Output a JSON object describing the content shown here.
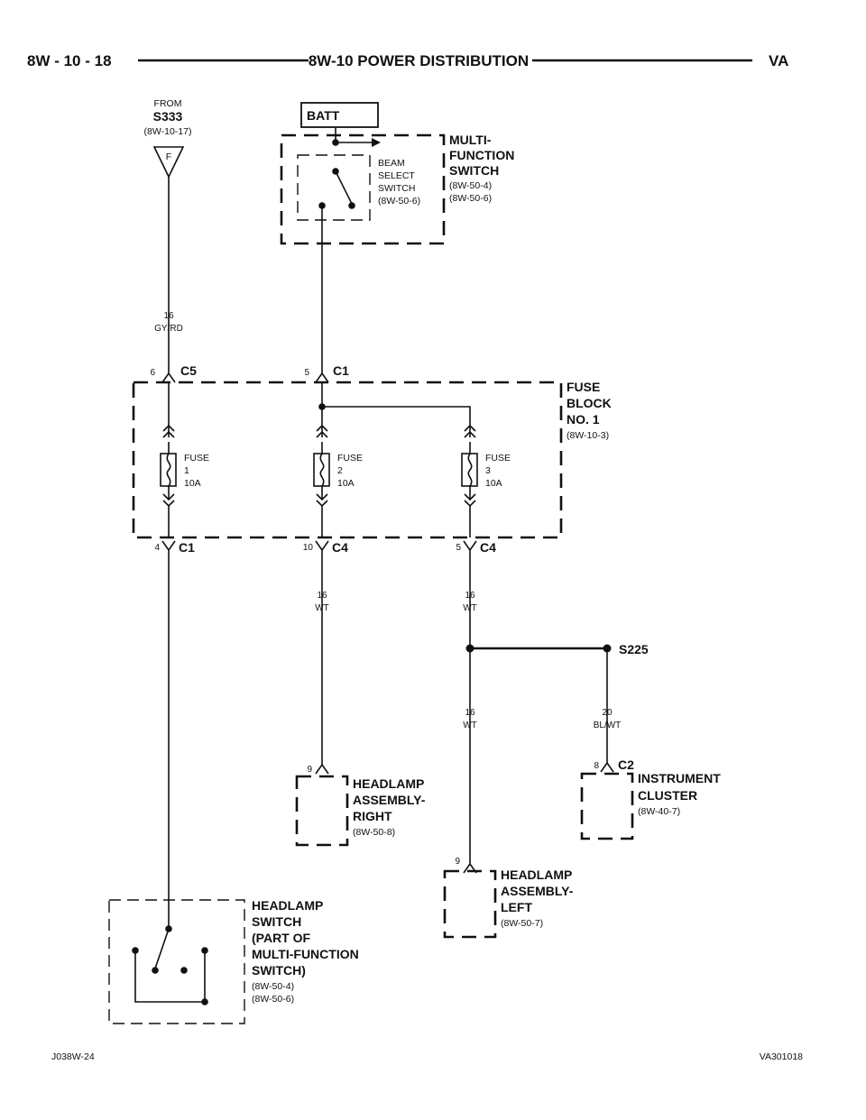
{
  "header": {
    "page_code": "8W - 10 - 18",
    "title": "8W-10 POWER DISTRIBUTION",
    "vehicle": "VA"
  },
  "source": {
    "from": "FROM",
    "name": "S333",
    "ref": "(8W-10-17)",
    "pin": "F"
  },
  "batt": {
    "label": "BATT"
  },
  "multi_function_switch": {
    "name_lines": [
      "MULTI-",
      "FUNCTION",
      "SWITCH"
    ],
    "refs": [
      "(8W-50-4)",
      "(8W-50-6)"
    ],
    "beam_select": {
      "lines": [
        "BEAM",
        "SELECT",
        "SWITCH",
        "(8W-50-6)"
      ]
    }
  },
  "wires": {
    "w1": {
      "gauge": "16",
      "color": "GY/RD"
    },
    "w2": {
      "gauge": "16",
      "color": "WT"
    },
    "w3": {
      "gauge": "16",
      "color": "WT"
    },
    "w4": {
      "gauge": "16",
      "color": "WT"
    },
    "w5": {
      "gauge": "20",
      "color": "BL/WT"
    }
  },
  "connectors": {
    "c5_top": {
      "pin": "6",
      "name": "C5"
    },
    "c1_top": {
      "pin": "5",
      "name": "C1"
    },
    "c1_bottom": {
      "pin": "4",
      "name": "C1"
    },
    "c4_mid": {
      "pin": "10",
      "name": "C4"
    },
    "c4_right": {
      "pin": "5",
      "name": "C4"
    },
    "c2_cluster": {
      "pin": "8",
      "name": "C2"
    },
    "hl_right_pin": {
      "pin": "9"
    },
    "hl_left_pin": {
      "pin": "9"
    }
  },
  "fuse_block": {
    "name_lines": [
      "FUSE",
      "BLOCK",
      "NO. 1"
    ],
    "ref": "(8W-10-3)",
    "fuses": [
      {
        "lines": [
          "FUSE",
          "1",
          "10A"
        ]
      },
      {
        "lines": [
          "FUSE",
          "2",
          "10A"
        ]
      },
      {
        "lines": [
          "FUSE",
          "3",
          "10A"
        ]
      }
    ]
  },
  "splice": {
    "name": "S225"
  },
  "headlamp_right": {
    "lines": [
      "HEADLAMP",
      "ASSEMBLY-",
      "RIGHT"
    ],
    "ref": "(8W-50-8)"
  },
  "headlamp_left": {
    "lines": [
      "HEADLAMP",
      "ASSEMBLY-",
      "LEFT"
    ],
    "ref": "(8W-50-7)"
  },
  "instrument_cluster": {
    "lines": [
      "INSTRUMENT",
      "CLUSTER"
    ],
    "ref": "(8W-40-7)"
  },
  "headlamp_switch": {
    "lines": [
      "HEADLAMP",
      "SWITCH",
      "(PART OF",
      "MULTI-FUNCTION",
      "SWITCH)"
    ],
    "refs": [
      "(8W-50-4)",
      "(8W-50-6)"
    ]
  },
  "footer": {
    "left_code": "J038W-24",
    "right_code": "VA301018"
  }
}
